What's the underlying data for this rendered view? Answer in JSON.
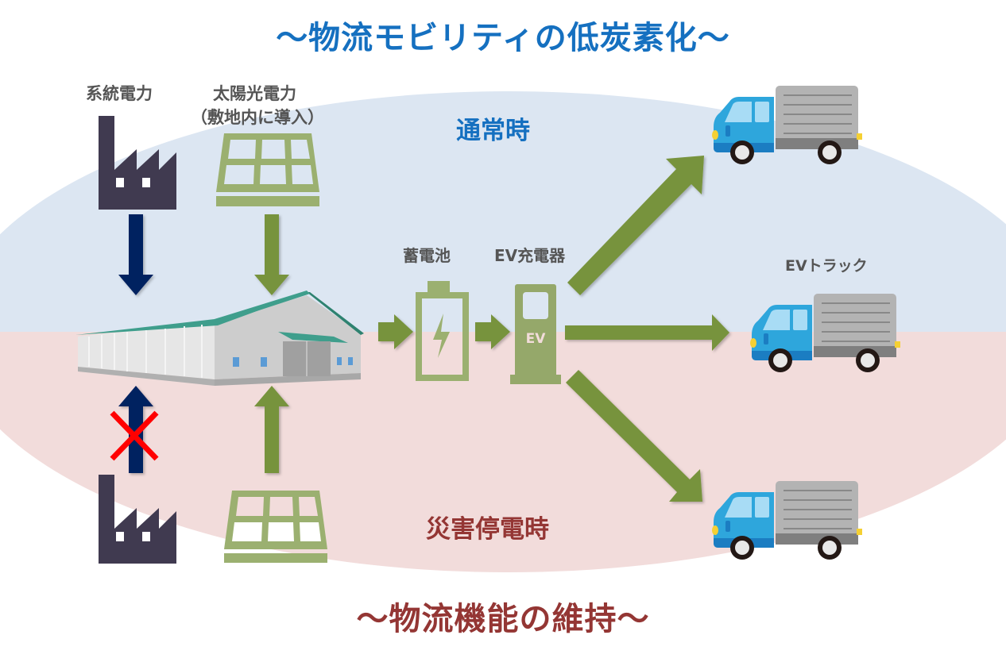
{
  "titles": {
    "top": "～物流モビリティの低炭素化～",
    "bottom": "～物流機能の維持～"
  },
  "scenarios": {
    "normal": "通常時",
    "disaster": "災害停電時"
  },
  "sources": {
    "grid": "系統電力",
    "solar": "太陽光電力",
    "solar_note": "（敷地内に導入）"
  },
  "equipment": {
    "battery": "蓄電池",
    "charger": "EV充電器",
    "charger_badge": "EV",
    "truck": "EVトラック"
  },
  "colors": {
    "title_top": "#1570c0",
    "title_bottom": "#943634",
    "normal_text": "#1570c0",
    "disaster_text": "#943634",
    "normal_bg": "#dce6f2",
    "disaster_bg": "#f2dcdb",
    "arrow_green": "#77933c",
    "arrow_navy": "#002060",
    "factory": "#403a50",
    "solar_panel": "#9bb070",
    "cross": "#ff0000",
    "roof": "#3f9e8c"
  },
  "flows": {
    "normal_grid_to_warehouse": "enabled",
    "disaster_grid_to_warehouse": "blocked"
  }
}
